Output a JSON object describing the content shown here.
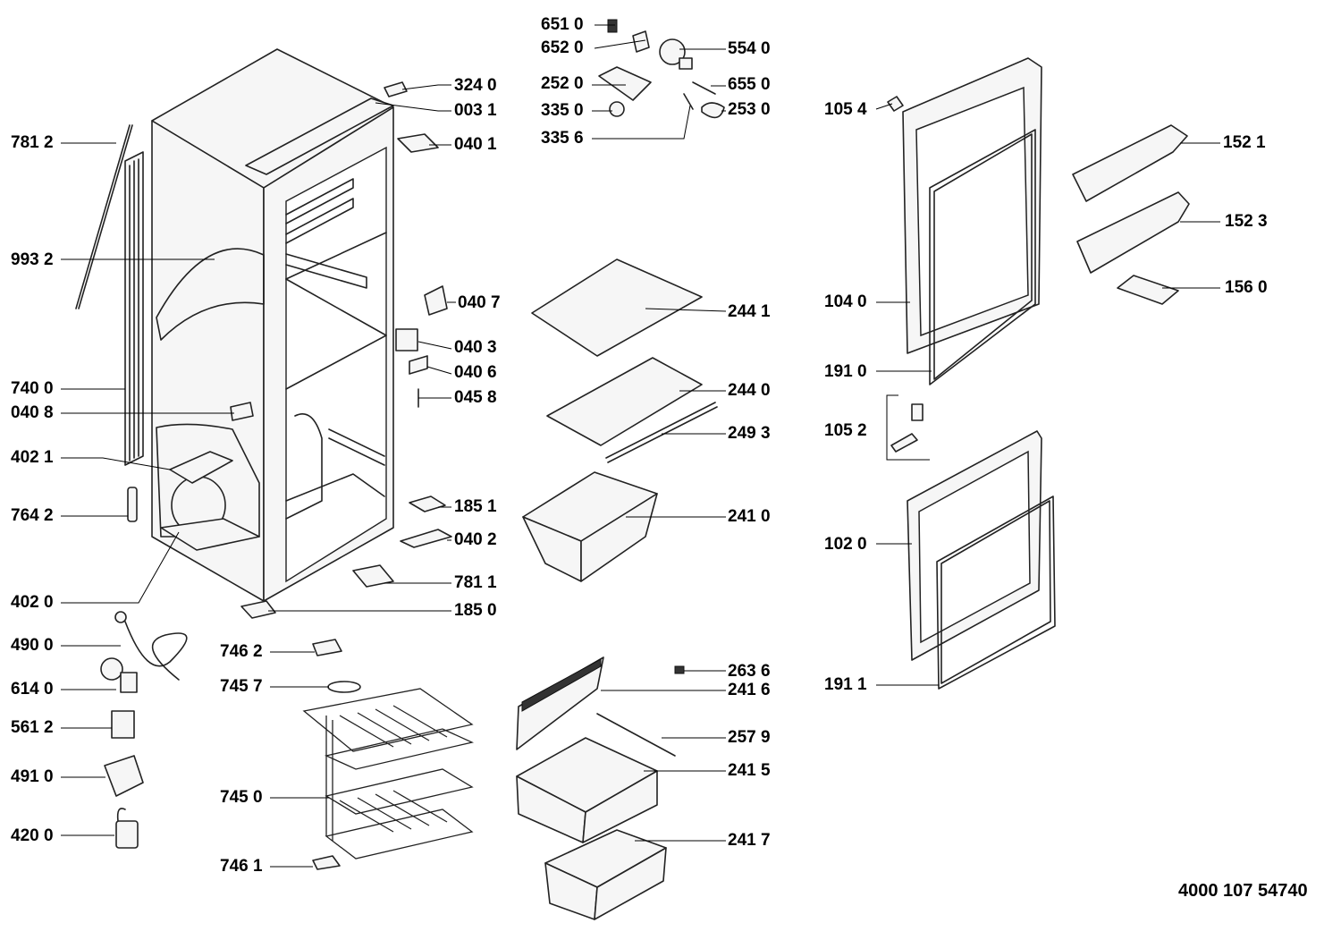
{
  "diagram": {
    "document_number": "4000 107 54740",
    "parts": {
      "p6510": "651 0",
      "p6520": "652 0",
      "p5540": "554 0",
      "p2520": "252 0",
      "p6550": "655 0",
      "p3350": "335 0",
      "p2530": "253 0",
      "p3356": "335 6",
      "p3240": "324 0",
      "p0031": "003 1",
      "p0401": "040 1",
      "p7812": "781 2",
      "p9932": "993 2",
      "p0407": "040 7",
      "p0403": "040 3",
      "p0406": "040 6",
      "p0458": "045 8",
      "p7400": "740 0",
      "p0408": "040 8",
      "p4021": "402 1",
      "p7642": "764 2",
      "p1851": "185 1",
      "p0402": "040 2",
      "p7811": "781 1",
      "p4020": "402 0",
      "p1850": "185 0",
      "p4900": "490 0",
      "p6140": "614 0",
      "p5612": "561 2",
      "p4910": "491 0",
      "p4200": "420 0",
      "p7462": "746 2",
      "p7457": "745 7",
      "p7450": "745 0",
      "p7461": "746 1",
      "p2441": "244 1",
      "p2440": "244 0",
      "p2493": "249 3",
      "p2410": "241 0",
      "p2636": "263 6",
      "p2416": "241 6",
      "p2579": "257 9",
      "p2415": "241 5",
      "p2417": "241 7",
      "p1054": "105 4",
      "p1040": "104 0",
      "p1910": "191 0",
      "p1052": "105 2",
      "p1020": "102 0",
      "p1911": "191 1",
      "p1521": "152 1",
      "p1523": "152 3",
      "p1560": "156 0"
    }
  }
}
